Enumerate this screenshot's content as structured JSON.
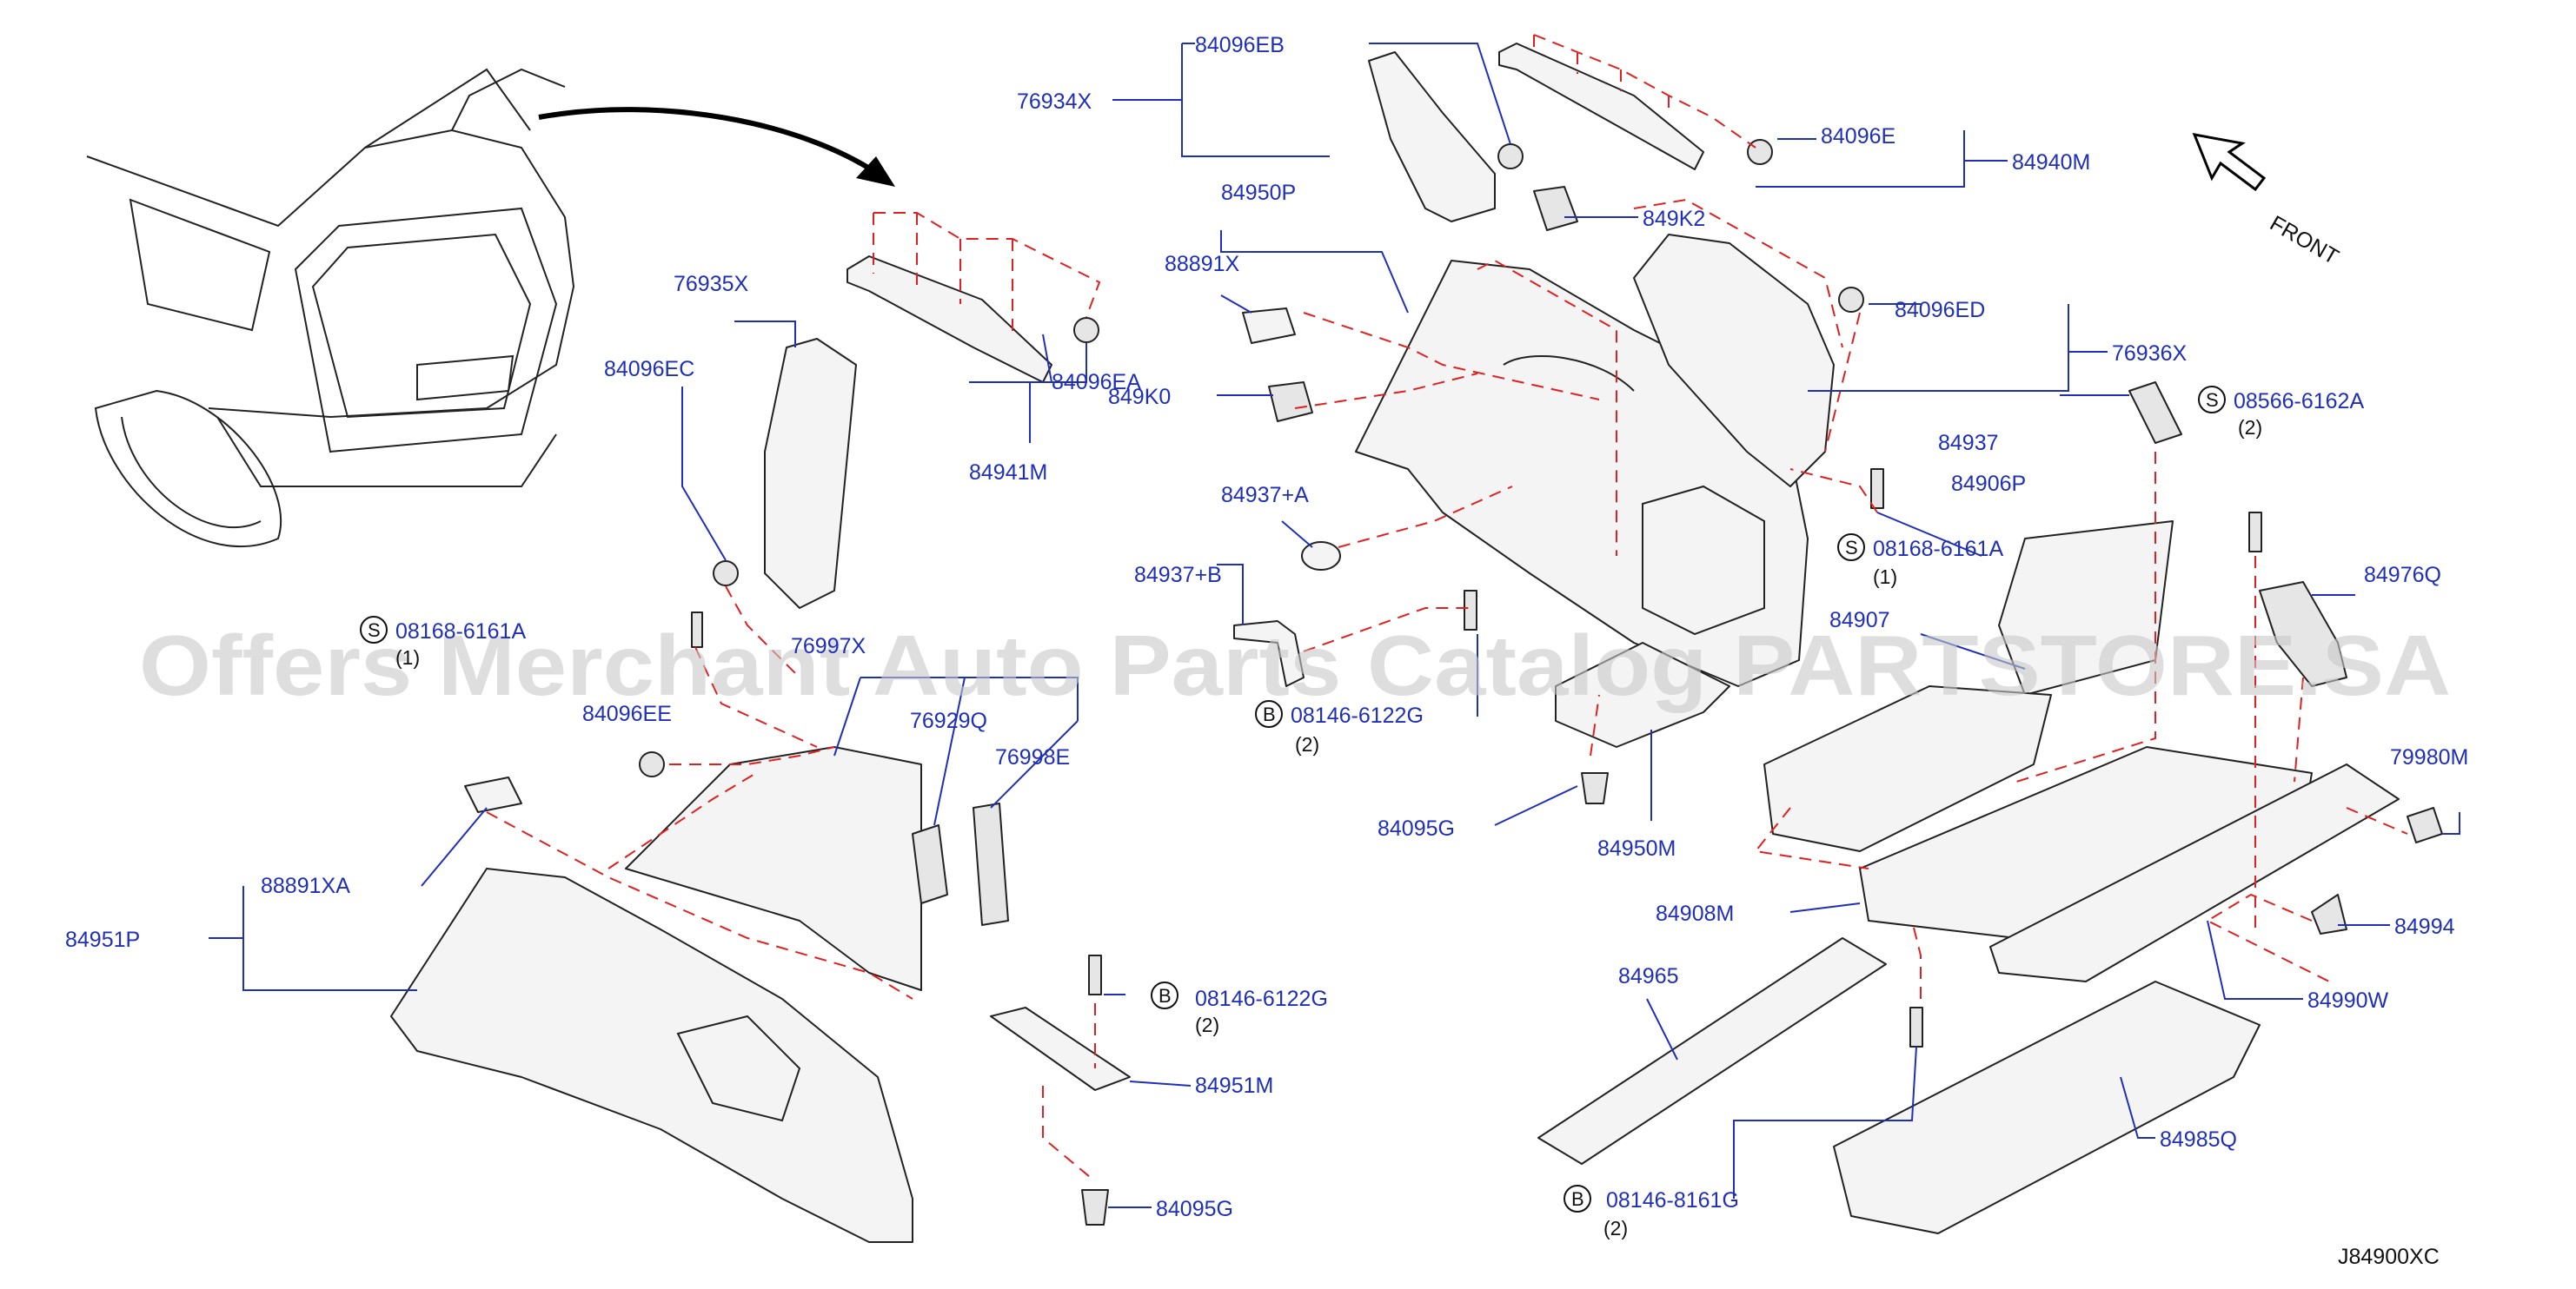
{
  "diagram": {
    "code": "J84900XC",
    "front_label": "FRONT",
    "watermark": "Offers Merchant Auto Parts Catalog PARTSTORE.SA",
    "parts": [
      {
        "id": "p84096EB",
        "text": "84096EB"
      },
      {
        "id": "p76934X",
        "text": "76934X"
      },
      {
        "id": "p84096E",
        "text": "84096E"
      },
      {
        "id": "p84940M",
        "text": "84940M"
      },
      {
        "id": "p84950P",
        "text": "84950P"
      },
      {
        "id": "p849K2",
        "text": "849K2"
      },
      {
        "id": "p88891X",
        "text": "88891X"
      },
      {
        "id": "p84096ED",
        "text": "84096ED"
      },
      {
        "id": "p76936X",
        "text": "76936X"
      },
      {
        "id": "p76935X",
        "text": "76935X"
      },
      {
        "id": "p84096EC",
        "text": "84096EC"
      },
      {
        "id": "p84096EA",
        "text": "84096EA"
      },
      {
        "id": "p849K0",
        "text": "849K0"
      },
      {
        "id": "p84941M",
        "text": "84941M"
      },
      {
        "id": "p84937A",
        "text": "84937+A"
      },
      {
        "id": "p84937",
        "text": "84937"
      },
      {
        "id": "p08566",
        "text": "08566-6162A"
      },
      {
        "id": "p84906P",
        "text": "84906P"
      },
      {
        "id": "p08168b",
        "text": "08168-6161A"
      },
      {
        "id": "p84937B",
        "text": "84937+B"
      },
      {
        "id": "p84976Q",
        "text": "84976Q"
      },
      {
        "id": "p08168a",
        "text": "08168-6161A"
      },
      {
        "id": "p84907",
        "text": "84907"
      },
      {
        "id": "p76997X",
        "text": "76997X"
      },
      {
        "id": "p08146a",
        "text": "08146-6122G"
      },
      {
        "id": "p84096EE",
        "text": "84096EE"
      },
      {
        "id": "p76929Q",
        "text": "76929Q"
      },
      {
        "id": "p76998E",
        "text": "76998E"
      },
      {
        "id": "p84095Ga",
        "text": "84095G"
      },
      {
        "id": "p84950M",
        "text": "84950M"
      },
      {
        "id": "p79980M",
        "text": "79980M"
      },
      {
        "id": "p88891XA",
        "text": "88891XA"
      },
      {
        "id": "p84908M",
        "text": "84908M"
      },
      {
        "id": "p84951P",
        "text": "84951P"
      },
      {
        "id": "p84994",
        "text": "84994"
      },
      {
        "id": "p84965",
        "text": "84965"
      },
      {
        "id": "p08146b",
        "text": "08146-6122G"
      },
      {
        "id": "p84990W",
        "text": "84990W"
      },
      {
        "id": "p84951M",
        "text": "84951M"
      },
      {
        "id": "p84985Q",
        "text": "84985Q"
      },
      {
        "id": "p08146c",
        "text": "08146-8161G"
      },
      {
        "id": "p84095Gb",
        "text": "84095G"
      }
    ],
    "quantities": [
      {
        "id": "q08566",
        "text": "(2)"
      },
      {
        "id": "q08168b",
        "text": "(1)"
      },
      {
        "id": "q08168a",
        "text": "(1)"
      },
      {
        "id": "q08146a",
        "text": "(2)"
      },
      {
        "id": "q08146b",
        "text": "(2)"
      },
      {
        "id": "q08146c",
        "text": "(2)"
      }
    ],
    "badges": [
      {
        "id": "b08566",
        "text": "S"
      },
      {
        "id": "b08168b",
        "text": "S"
      },
      {
        "id": "b08168a",
        "text": "S"
      },
      {
        "id": "b08146a",
        "text": "B"
      },
      {
        "id": "b08146b",
        "text": "B"
      },
      {
        "id": "b08146c",
        "text": "B"
      }
    ],
    "colors": {
      "label": "#1f2fb8",
      "dash": "#e02020",
      "line": "#222222",
      "watermark": "#c8c8c8"
    }
  }
}
